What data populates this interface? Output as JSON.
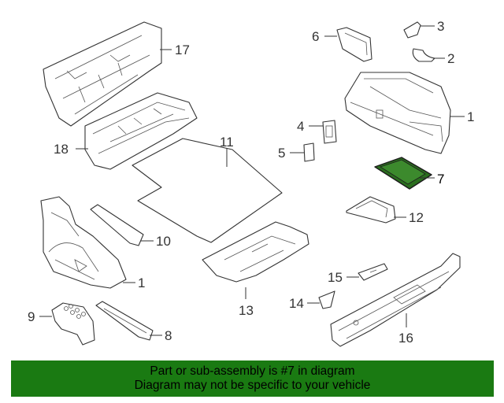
{
  "callouts": [
    {
      "id": "p17",
      "label": "17"
    },
    {
      "id": "p6",
      "label": "6"
    },
    {
      "id": "p3",
      "label": "3"
    },
    {
      "id": "p2",
      "label": "2"
    },
    {
      "id": "p1a",
      "label": "1"
    },
    {
      "id": "p4",
      "label": "4"
    },
    {
      "id": "p5",
      "label": "5"
    },
    {
      "id": "p11",
      "label": "11"
    },
    {
      "id": "p18",
      "label": "18"
    },
    {
      "id": "p7",
      "label": "7"
    },
    {
      "id": "p12",
      "label": "12"
    },
    {
      "id": "p10",
      "label": "10"
    },
    {
      "id": "p1b",
      "label": "1"
    },
    {
      "id": "p15",
      "label": "15"
    },
    {
      "id": "p13",
      "label": "13"
    },
    {
      "id": "p14",
      "label": "14"
    },
    {
      "id": "p9",
      "label": "9"
    },
    {
      "id": "p8",
      "label": "8"
    },
    {
      "id": "p16",
      "label": "16"
    }
  ],
  "highlight": {
    "callout": "7",
    "color": "#2a6e1e"
  },
  "banner": {
    "line1": "Part or sub-assembly is #7 in diagram",
    "line2": "Diagram may not be specific to your vehicle",
    "color": "#1a7a12"
  }
}
